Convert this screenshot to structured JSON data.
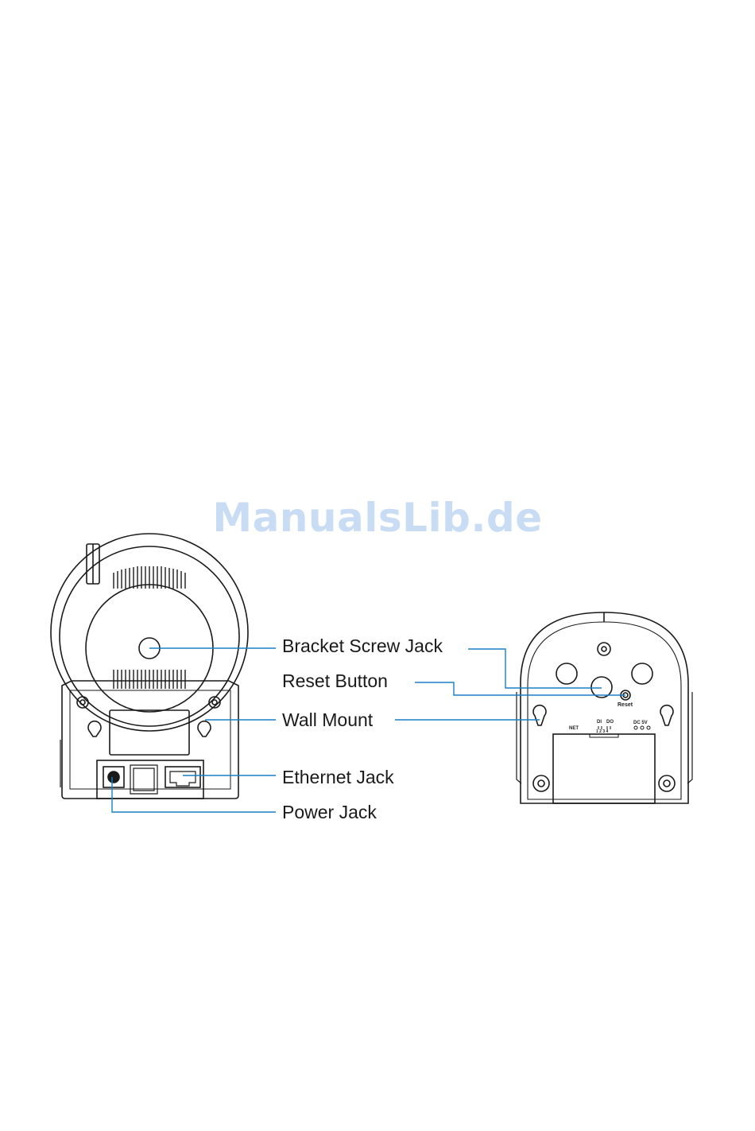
{
  "watermark": "ManualsLib.de",
  "callouts": {
    "bracket_screw_jack": "Bracket Screw Jack",
    "reset_button": "Reset Button",
    "wall_mount": "Wall Mount",
    "ethernet_jack": "Ethernet Jack",
    "power_jack": "Power Jack"
  },
  "back_panel": {
    "reset": "Reset",
    "net": "NET",
    "di": "DI",
    "do": "DO",
    "pins": "1 2 3 4",
    "dc": "DC 5V"
  },
  "colors": {
    "leader_line": "#1a7fc4",
    "outline": "#1a1a1a",
    "watermark": "#c8dcf4"
  }
}
